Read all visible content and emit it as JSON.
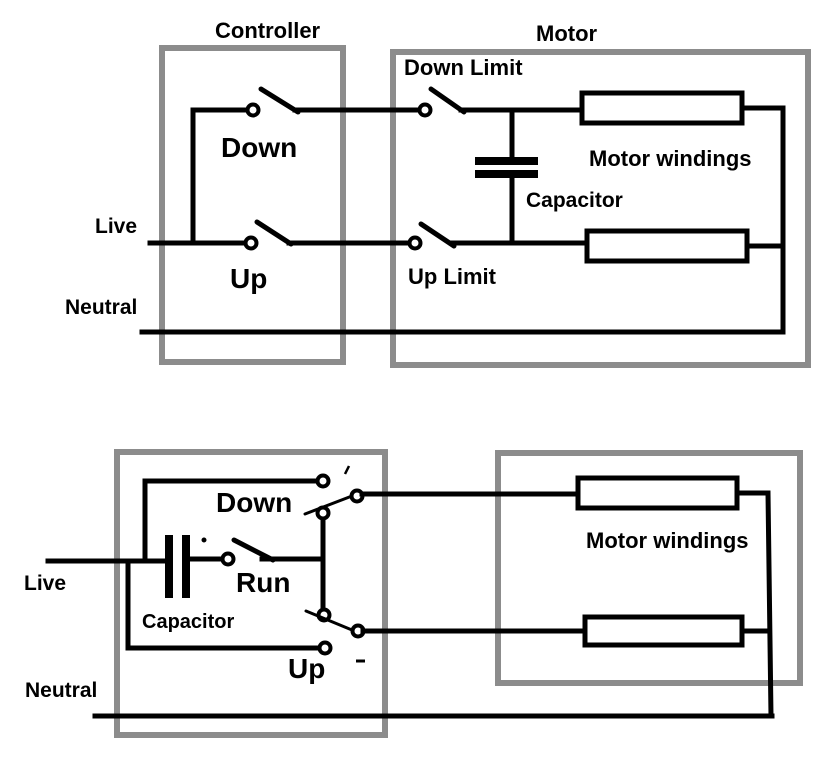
{
  "colors": {
    "wire": "#000000",
    "box_border": "#8c8c8c",
    "background": "#ffffff"
  },
  "diagram1": {
    "controller_title": "Controller",
    "motor_title": "Motor",
    "live_label": "Live",
    "neutral_label": "Neutral",
    "down_switch_label": "Down",
    "up_switch_label": "Up",
    "down_limit_label": "Down Limit",
    "up_limit_label": "Up Limit",
    "capacitor_label": "Capacitor",
    "motor_windings_label": "Motor windings"
  },
  "diagram2": {
    "live_label": "Live",
    "neutral_label": "Neutral",
    "down_switch_label": "Down",
    "run_switch_label": "Run",
    "up_switch_label": "Up",
    "capacitor_label": "Capacitor",
    "motor_windings_label": "Motor windings"
  }
}
